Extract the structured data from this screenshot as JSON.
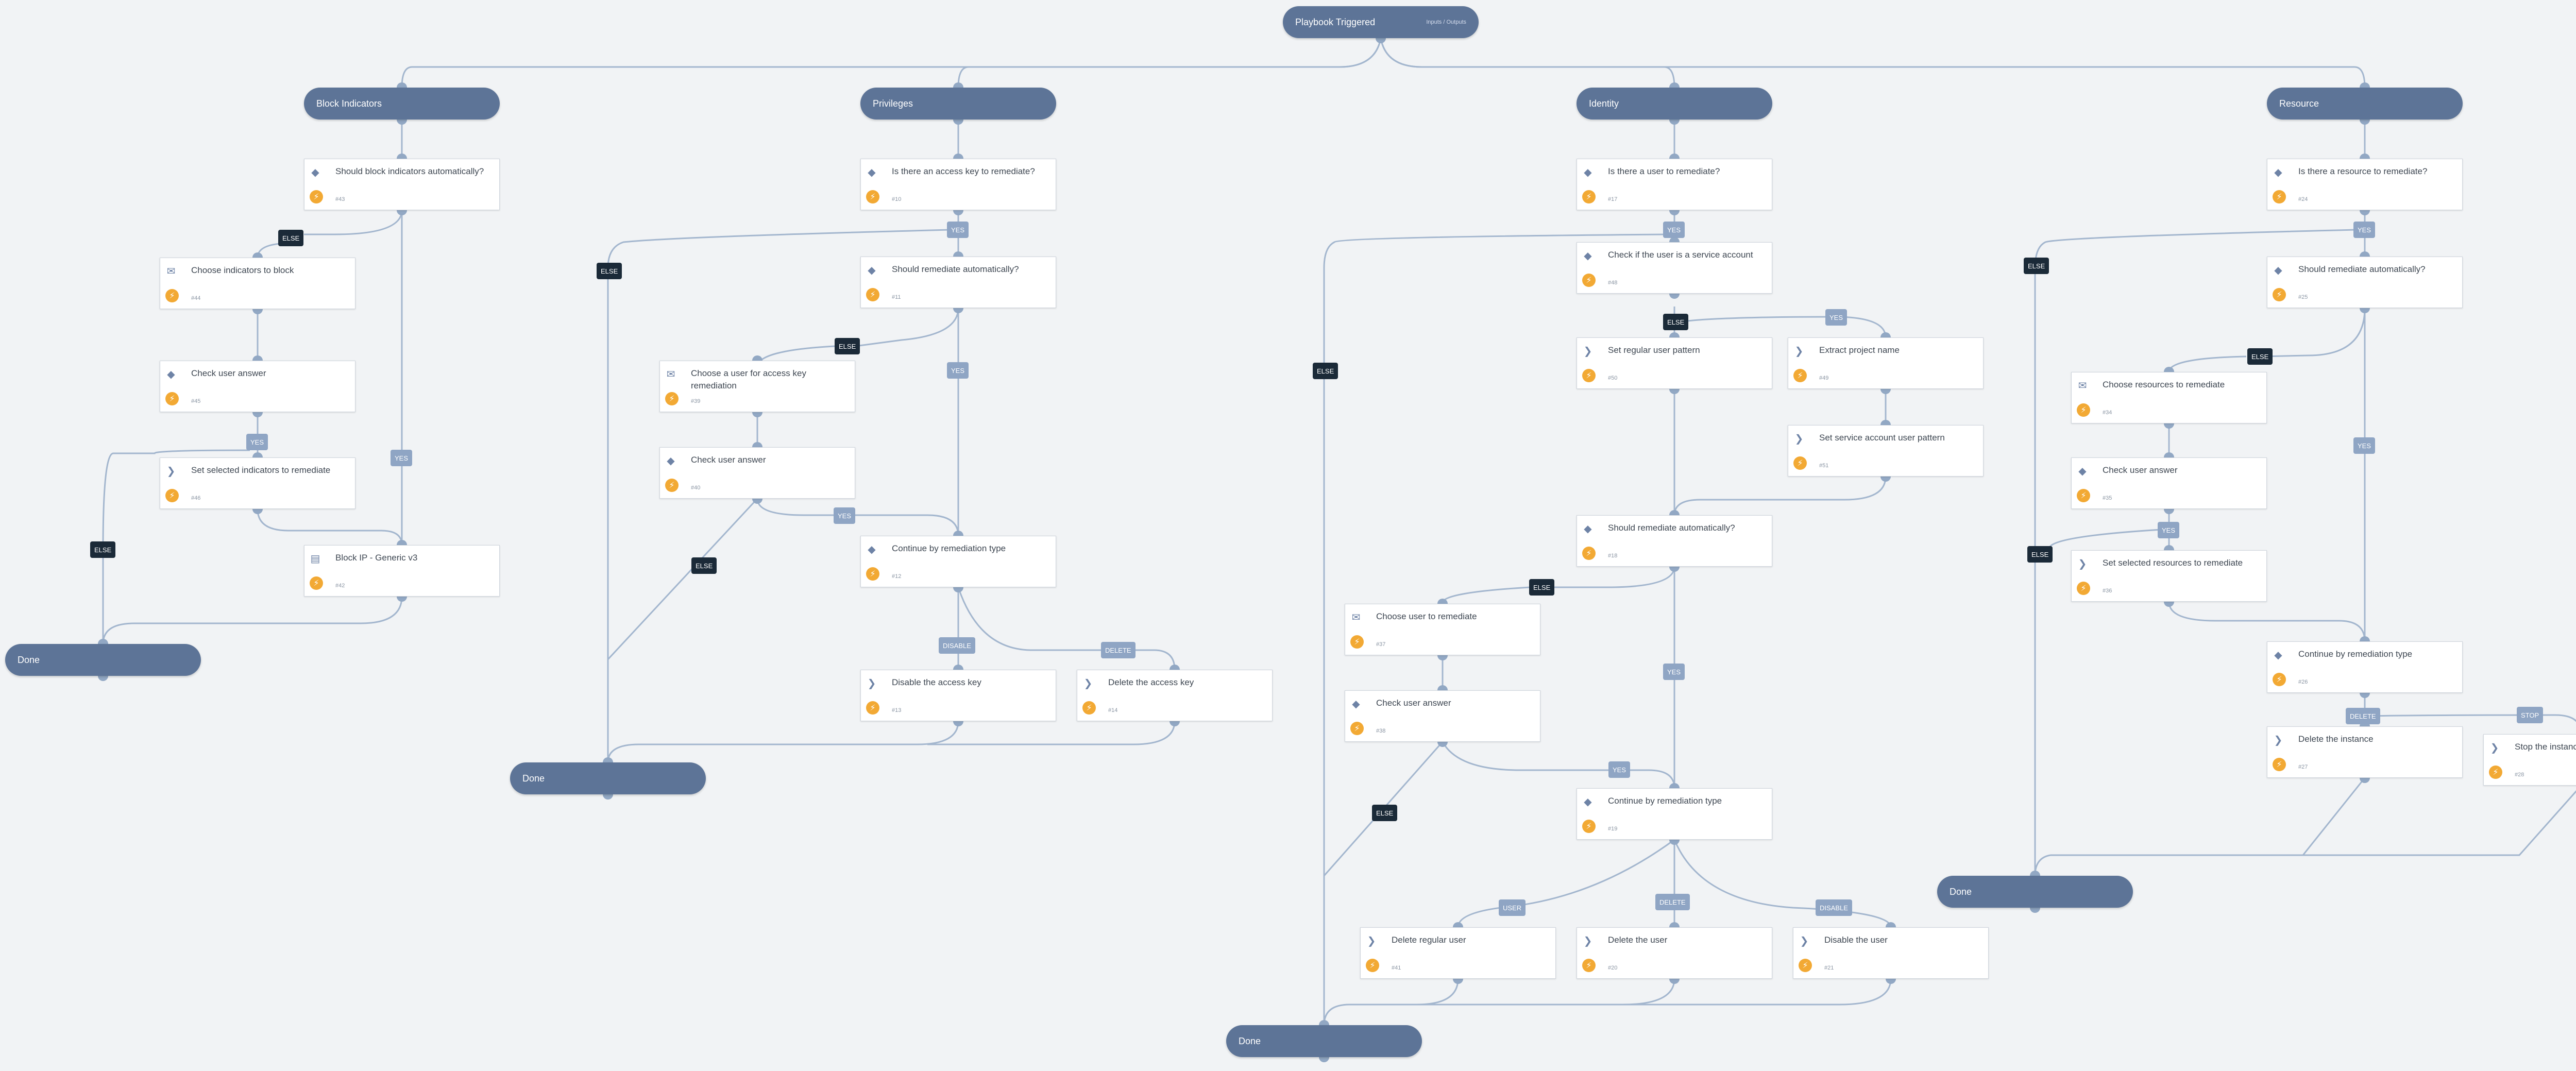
{
  "trigger": {
    "label": "Playbook Triggered",
    "io_label": "Inputs / Outputs"
  },
  "sections": {
    "block_indicators": "Block Indicators",
    "privileges": "Privileges",
    "identity": "Identity",
    "resource": "Resource"
  },
  "done_label": "Done",
  "tasks": {
    "t43": {
      "label": "Should block indicators automatically?",
      "id": "#43"
    },
    "t44": {
      "label": "Choose indicators to block",
      "id": "#44"
    },
    "t45": {
      "label": "Check user answer",
      "id": "#45"
    },
    "t46": {
      "label": "Set selected indicators to remediate",
      "id": "#46"
    },
    "t42": {
      "label": "Block IP - Generic v3",
      "id": "#42"
    },
    "t10": {
      "label": "Is there an access key to remediate?",
      "id": "#10"
    },
    "t11": {
      "label": "Should remediate automatically?",
      "id": "#11"
    },
    "t39": {
      "label": "Choose a user for access key remediation",
      "id": "#39"
    },
    "t40": {
      "label": "Check user answer",
      "id": "#40"
    },
    "t12": {
      "label": "Continue by remediation type",
      "id": "#12"
    },
    "t13": {
      "label": "Disable the access key",
      "id": "#13"
    },
    "t14": {
      "label": "Delete the access key",
      "id": "#14"
    },
    "t17": {
      "label": "Is there a user to remediate?",
      "id": "#17"
    },
    "t48": {
      "label": "Check if the user is a service account",
      "id": "#48"
    },
    "t50": {
      "label": "Set regular user pattern",
      "id": "#50"
    },
    "t49": {
      "label": "Extract project name",
      "id": "#49"
    },
    "t51": {
      "label": "Set service account user pattern",
      "id": "#51"
    },
    "t18": {
      "label": "Should remediate automatically?",
      "id": "#18"
    },
    "t37": {
      "label": "Choose user to remediate",
      "id": "#37"
    },
    "t38": {
      "label": "Check user answer",
      "id": "#38"
    },
    "t19": {
      "label": "Continue by remediation type",
      "id": "#19"
    },
    "t41": {
      "label": "Delete regular user",
      "id": "#41"
    },
    "t20": {
      "label": "Delete the user",
      "id": "#20"
    },
    "t21": {
      "label": "Disable the user",
      "id": "#21"
    },
    "t24": {
      "label": "Is there a resource to remediate?",
      "id": "#24"
    },
    "t25": {
      "label": "Should remediate automatically?",
      "id": "#25"
    },
    "t34": {
      "label": "Choose resources to remediate",
      "id": "#34"
    },
    "t35": {
      "label": "Check user answer",
      "id": "#35"
    },
    "t36": {
      "label": "Set selected resources to remediate",
      "id": "#36"
    },
    "t26": {
      "label": "Continue by remediation type",
      "id": "#26"
    },
    "t27": {
      "label": "Delete the instance",
      "id": "#27"
    },
    "t28": {
      "label": "Stop the instance",
      "id": "#28"
    }
  },
  "badges": {
    "else": "ELSE",
    "yes": "YES",
    "disable": "DISABLE",
    "delete": "DELETE",
    "user": "USER",
    "stop": "STOP"
  },
  "icons": {
    "condition": "diamond-icon",
    "manual": "chat-bubble-icon",
    "automation": "chevron-right-icon",
    "playbook": "book-icon",
    "auto_run": "lightning-bolt-icon"
  },
  "colors": {
    "canvas": "#f1f3f5",
    "section_pill": "#5d7497",
    "wire": "#a3b6ce",
    "else_badge": "#1b2a38",
    "yes_badge": "#8fa5c4",
    "auto_run": "#f2a934"
  }
}
